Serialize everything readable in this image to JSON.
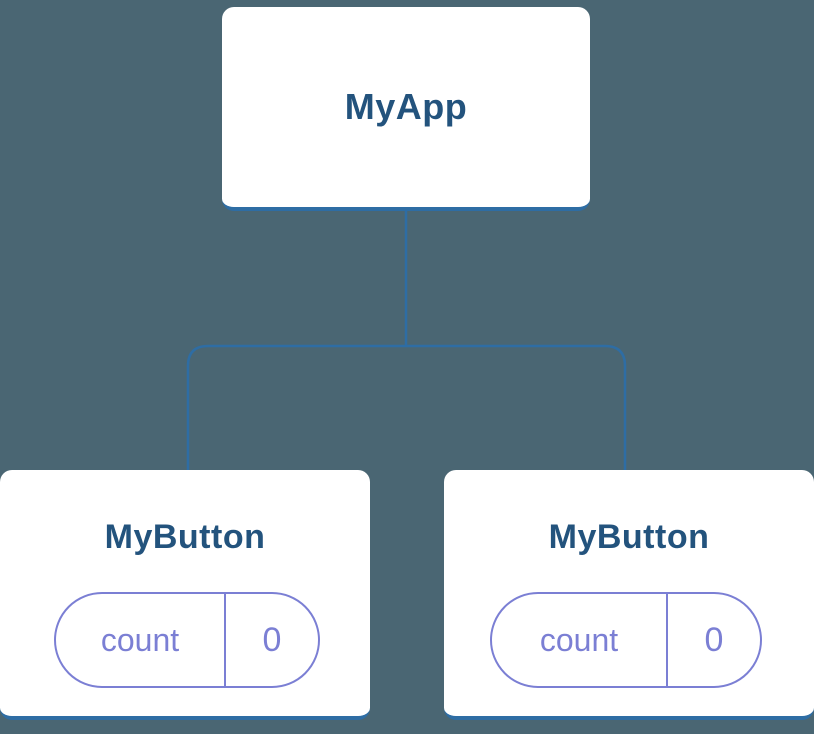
{
  "diagram": {
    "type": "component-tree",
    "root": {
      "label": "MyApp"
    },
    "children": [
      {
        "label": "MyButton",
        "state": {
          "key": "count",
          "value": "0"
        }
      },
      {
        "label": "MyButton",
        "state": {
          "key": "count",
          "value": "0"
        }
      }
    ],
    "colors": {
      "background": "#4a6673",
      "node_fill": "#ffffff",
      "node_border": "#2e6da4",
      "title_text": "#23537d",
      "state_accent": "#7b7fd4",
      "connector": "#2e6da4"
    }
  }
}
